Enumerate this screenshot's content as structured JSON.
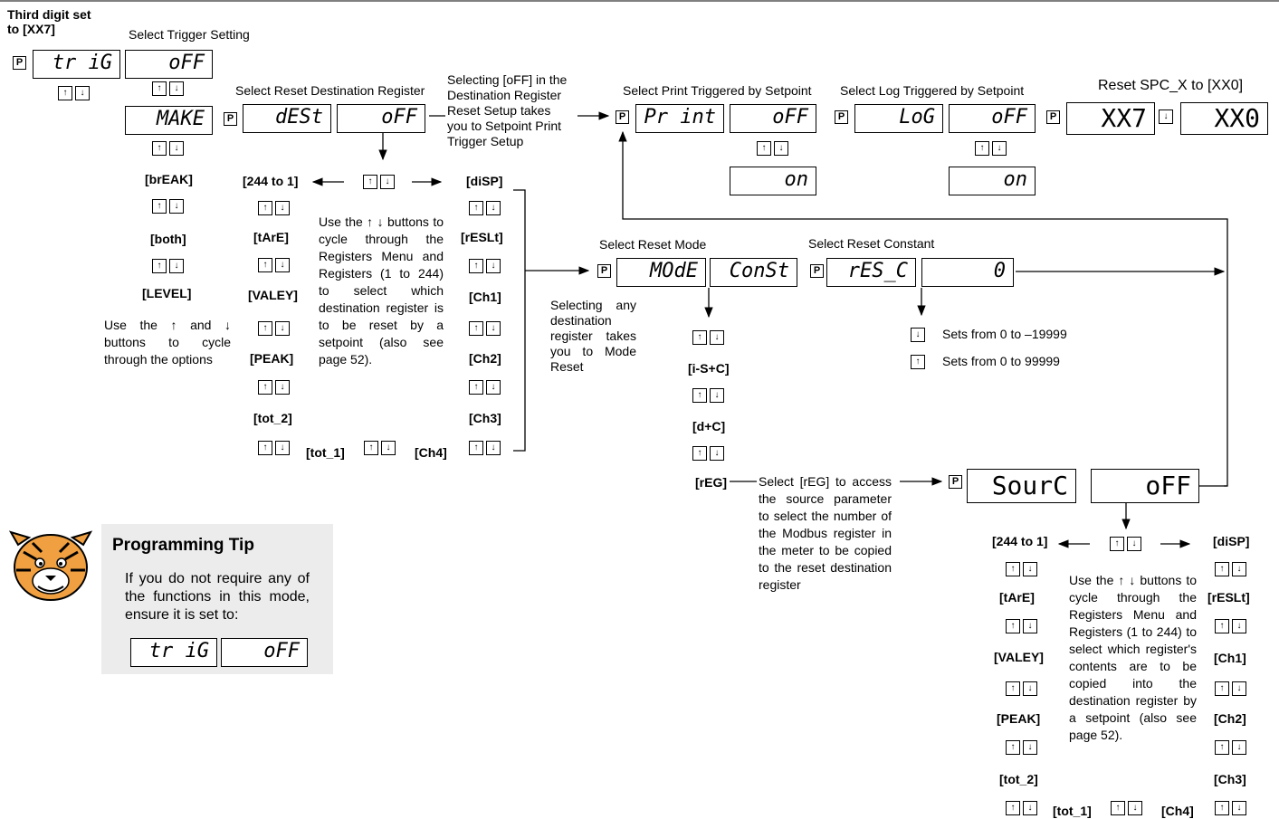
{
  "left": {
    "third_digit": "Third digit set to [XX7]",
    "select_trigger": "Select Trigger Setting",
    "disp_trig": "tr iG",
    "disp_off": "oFF",
    "disp_make": "MAKE",
    "opt_break": "[brEAK]",
    "opt_both": "[both]",
    "opt_level": "[LEVEL]",
    "use_text": "Use the ↑ and ↓ buttons to cycle through the options"
  },
  "dest": {
    "title": "Select Reset Destination Register",
    "disp_dest": "dESt",
    "disp_off": "oFF",
    "col_left": [
      "[244 to 1]",
      "[tArE]",
      "[VALEY]",
      "[PEAK]",
      "[tot_2]"
    ],
    "tot1": "[tot_1]",
    "ch4": "[Ch4]",
    "col_right": [
      "[diSP]",
      "[rESLt]",
      "[Ch1]",
      "[Ch2]",
      "[Ch3]"
    ],
    "use_text": "Use the ↑ ↓ buttons to cycle through the Registers Menu and Registers (1 to 244) to select which destination register is to be reset by a setpoint (also see page 52).",
    "selecting_off": "Selecting [oFF] in the Destination Register Reset Setup takes you to Setpoint Print Trigger Setup",
    "selecting_any": "Selecting any destination register takes you to Mode Reset"
  },
  "print": {
    "title": "Select Print Triggered by Setpoint",
    "disp": "Pr int",
    "off": "oFF",
    "on": "on"
  },
  "log": {
    "title": "Select Log Triggered by Setpoint",
    "disp": "LoG",
    "off": "oFF",
    "on": "on"
  },
  "reset_spc": {
    "title": "Reset SPC_X to [XX0]",
    "from": "XX7",
    "to": "XX0"
  },
  "mode": {
    "title": "Select Reset Mode",
    "disp_mode": "MOdE",
    "disp_const": "ConSt",
    "options": [
      "[i-S+C]",
      "[d+C]",
      "[rEG]"
    ],
    "reg_text": "Select [rEG] to access the source parameter to select the number of the Modbus register in the meter to be copied to the reset destination register"
  },
  "constant": {
    "title": "Select Reset Constant",
    "disp": "rES_C",
    "value": "0",
    "down_text": "Sets from 0 to –19999",
    "up_text": "Sets from 0 to 99999"
  },
  "source": {
    "disp": "SourC",
    "off": "oFF",
    "col_left": [
      "[244 to 1]",
      "[tArE]",
      "[VALEY]",
      "[PEAK]",
      "[tot_2]"
    ],
    "tot1": "[tot_1]",
    "ch4": "[Ch4]",
    "col_right": [
      "[diSP]",
      "[rESLt]",
      "[Ch1]",
      "[Ch2]",
      "[Ch3]"
    ],
    "use_text": "Use the ↑ ↓ buttons to cycle through the Registers Menu and Registers (1 to 244) to select which register's contents are to be copied into the destination register by a setpoint (also see page 52)."
  },
  "tip": {
    "title": "Programming Tip",
    "body": "If you do not require any of the functions in this mode, ensure it is set to:",
    "disp_trig": "tr iG",
    "disp_off": "oFF"
  },
  "p_key": "P",
  "up": "↑",
  "down": "↓"
}
